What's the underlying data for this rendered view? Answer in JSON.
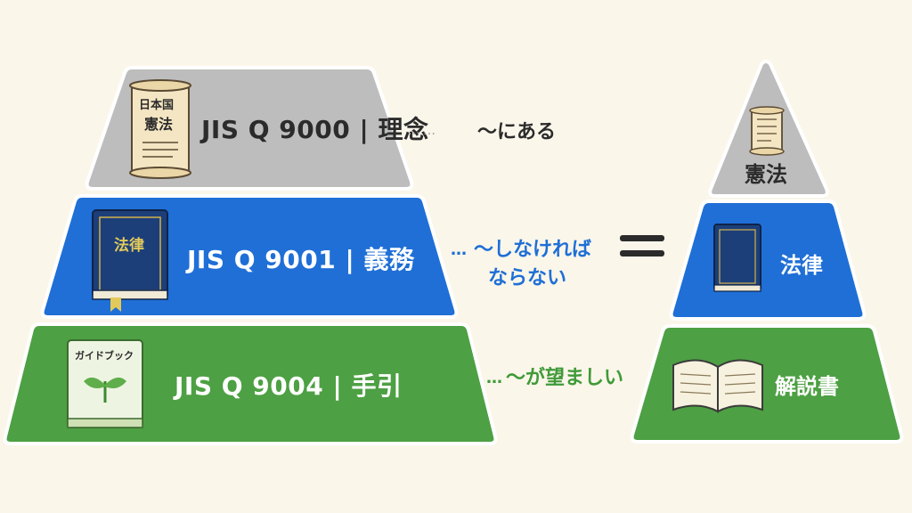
{
  "colors": {
    "top_layer": "#bdbdbd",
    "middle_layer": "#1f6fd6",
    "bottom_layer": "#4da043",
    "background": "#fbf6ea",
    "note_blue": "#1f6fd6",
    "note_green": "#3f9a38"
  },
  "left_pyramid": {
    "top": {
      "label": "JIS Q 9000 | 理念",
      "icon": "constitution-scroll-icon",
      "icon_text_line1": "日本国",
      "icon_text_line2": "憲法"
    },
    "middle": {
      "label": "JIS Q 9001 | 義務",
      "icon": "law-book-icon",
      "icon_text": "法律"
    },
    "bottom": {
      "label": "JIS Q 9004 | 手引",
      "icon": "guidebook-icon",
      "icon_text": "ガイドブック"
    }
  },
  "notes": {
    "top": {
      "leader": "……",
      "text": "〜にある"
    },
    "middle": {
      "leader": "…",
      "line1": "〜しなければ",
      "line2": "ならない"
    },
    "bottom": {
      "leader": "…",
      "text": "〜が望ましい"
    }
  },
  "equals_sign": "=",
  "right_pyramid": {
    "top": {
      "label": "憲法",
      "icon": "scroll-icon"
    },
    "middle": {
      "label": "法律",
      "icon": "book-icon"
    },
    "bottom": {
      "label": "解説書",
      "icon": "open-book-icon"
    }
  }
}
